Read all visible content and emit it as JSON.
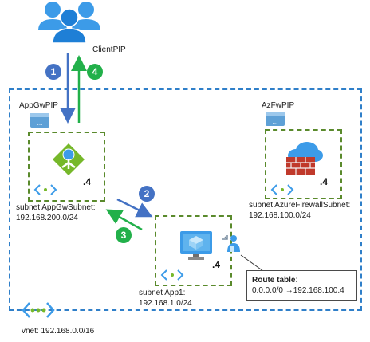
{
  "client": {
    "label": "ClientPIP"
  },
  "steps": [
    "1",
    "2",
    "3",
    "4"
  ],
  "appgw": {
    "pip_label": "AppGwPIP",
    "host": ".4",
    "subnet_label": "subnet AppGwSubnet:",
    "subnet_cidr": "192.168.200.0/24"
  },
  "firewall": {
    "pip_label": "AzFwPIP",
    "host": ".4",
    "subnet_label": "subnet AzureFirewallSubnet:",
    "subnet_cidr": "192.168.100.0/24"
  },
  "app1": {
    "host": ".4",
    "subnet_label": "subnet App1:",
    "subnet_cidr": "192.168.1.0/24"
  },
  "route_table": {
    "title": "Route table",
    "title_suffix": ":",
    "route_prefix": "0.0.0.0/0",
    "route_arrow": "→",
    "route_next_hop": "192.168.100.4"
  },
  "vnet": {
    "label": "vnet: 192.168.0.0/16"
  },
  "colors": {
    "step_blue": "#4472c4",
    "step_green": "#22b04a",
    "vnet_border": "#2f7fc9",
    "subnet_border": "#5a8a2c",
    "icon_blue": "#3c9be8"
  }
}
